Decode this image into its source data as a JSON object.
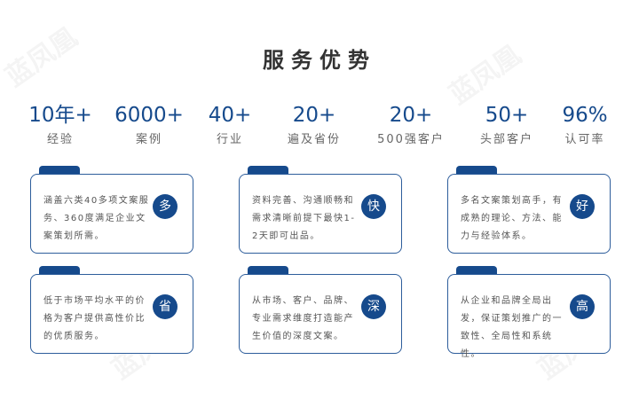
{
  "title": "服务优势",
  "stats": [
    {
      "value": "10年+",
      "label": "经验"
    },
    {
      "value": "6000+",
      "label": "案例"
    },
    {
      "value": "40+",
      "label": "行业"
    },
    {
      "value": "20+",
      "label": "遍及省份"
    },
    {
      "value": "20+",
      "label": "500强客户"
    },
    {
      "value": "50+",
      "label": "头部客户"
    },
    {
      "value": "96%",
      "label": "认可率"
    }
  ],
  "cards": [
    {
      "text": "涵盖六类40多项文案服务、360度满足企业文案策划所需。",
      "badge": "多"
    },
    {
      "text": "资料完善、沟通顺畅和需求清晰前提下最快1-2天即可出品。",
      "badge": "快"
    },
    {
      "text": "多名文案策划高手，有成熟的理论、方法、能力与经验体系。",
      "badge": "好"
    },
    {
      "text": "低于市场平均水平的价格为客户提供高性价比的优质服务。",
      "badge": "省"
    },
    {
      "text": "从市场、客户、品牌、专业需求维度打造能产生价值的深度文案。",
      "badge": "深"
    },
    {
      "text": "从企业和品牌全局出发，保证策划推广的一致性、全局性和系统性。",
      "badge": "高"
    }
  ],
  "watermark": "蓝凤凰",
  "colors": {
    "accent": "#164a8c"
  }
}
